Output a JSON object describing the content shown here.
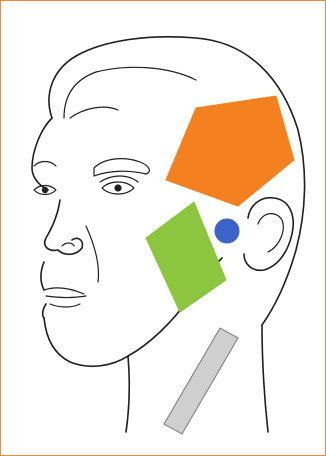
{
  "diagram": {
    "border_color": "#f08a3c",
    "line_color": "#1f1f1f",
    "regions": [
      {
        "name": "temple-region",
        "shape": "pentagon",
        "color": "#f5801f"
      },
      {
        "name": "cheek-region",
        "shape": "parallelogram",
        "color": "#8cc63f"
      },
      {
        "name": "ear-point",
        "shape": "circle",
        "color": "#3c64c8"
      },
      {
        "name": "neck-region",
        "shape": "strip",
        "color": "#cfcfcf"
      }
    ]
  }
}
